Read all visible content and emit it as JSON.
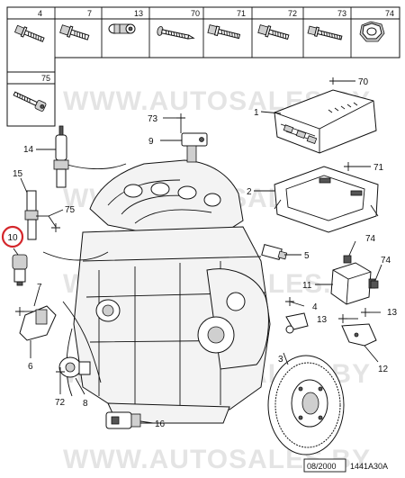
{
  "fastener_panel": {
    "top_row": [
      {
        "number": "4",
        "icon": "flange-bolt-icon"
      },
      {
        "number": "7",
        "icon": "flange-bolt-icon"
      },
      {
        "number": "13",
        "icon": "spacer-nut-icon"
      },
      {
        "number": "70",
        "icon": "self-tapping-screw-icon"
      },
      {
        "number": "71",
        "icon": "threaded-stud-icon"
      },
      {
        "number": "72",
        "icon": "flange-bolt-icon"
      },
      {
        "number": "73",
        "icon": "stud-bolt-icon"
      },
      {
        "number": "74",
        "icon": "hex-nut-icon"
      }
    ],
    "bottom": {
      "number": "75",
      "icon": "socket-head-screw-icon"
    }
  },
  "callouts": [
    {
      "number": "70"
    },
    {
      "number": "1"
    },
    {
      "number": "73"
    },
    {
      "number": "9"
    },
    {
      "number": "14"
    },
    {
      "number": "71"
    },
    {
      "number": "15"
    },
    {
      "number": "75"
    },
    {
      "number": "2"
    },
    {
      "number": "10",
      "highlight": true
    },
    {
      "number": "74"
    },
    {
      "number": "5"
    },
    {
      "number": "74"
    },
    {
      "number": "7"
    },
    {
      "number": "11"
    },
    {
      "number": "4"
    },
    {
      "number": "13"
    },
    {
      "number": "13"
    },
    {
      "number": "6"
    },
    {
      "number": "3"
    },
    {
      "number": "12"
    },
    {
      "number": "72"
    },
    {
      "number": "8"
    },
    {
      "number": "16"
    }
  ],
  "watermark": "WWW.AUTOSALES.BY",
  "footer": {
    "date": "08/2000",
    "ref": "1441A30A"
  },
  "colors": {
    "highlight": "#d4262b",
    "ink": "#111111"
  }
}
